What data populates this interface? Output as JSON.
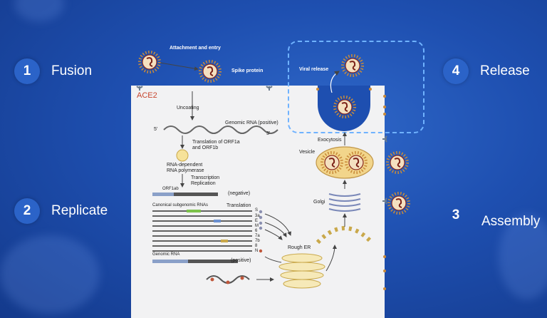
{
  "steps": [
    {
      "num": "1",
      "label": "Fusion"
    },
    {
      "num": "2",
      "label": "Replicate"
    },
    {
      "num": "3",
      "label": "Assembly"
    },
    {
      "num": "4",
      "label": "Release"
    }
  ],
  "diagram": {
    "attachment": "Attachment and entry",
    "spike": "Spike protein",
    "ace2": "ACE2",
    "uncoating": "Uncoating",
    "genomic_rna_pos": "Genomic RNA (positive)",
    "five_prime": "5'",
    "three_prime": "3'",
    "translation_orf": "Translation of ORF1a",
    "and_orf": "and ORF1b",
    "rdrp1": "RNA-dependent",
    "rdrp2": "RNA polymerase",
    "transcription": "Transcription",
    "replication": "Replication",
    "orf1ab": "ORF1ab",
    "negative": "(negative)",
    "canonical": "Canonical subgenomic RNAs",
    "translation": "Translation",
    "genes": [
      "S",
      "3a",
      "E",
      "M",
      "6",
      "7a",
      "7b",
      "8",
      "N"
    ],
    "genomic_rna": "Genomic RNA",
    "positive": "(positive)",
    "rough_er": "Rough ER",
    "golgi": "Golgi",
    "vesicle": "Vesicle",
    "exocytosis": "Exocytosis",
    "viral_release": "Viral release"
  },
  "colors": {
    "accent": "#2b63c8",
    "ace2": "#c7452d",
    "panel": "#f2f2f3"
  }
}
